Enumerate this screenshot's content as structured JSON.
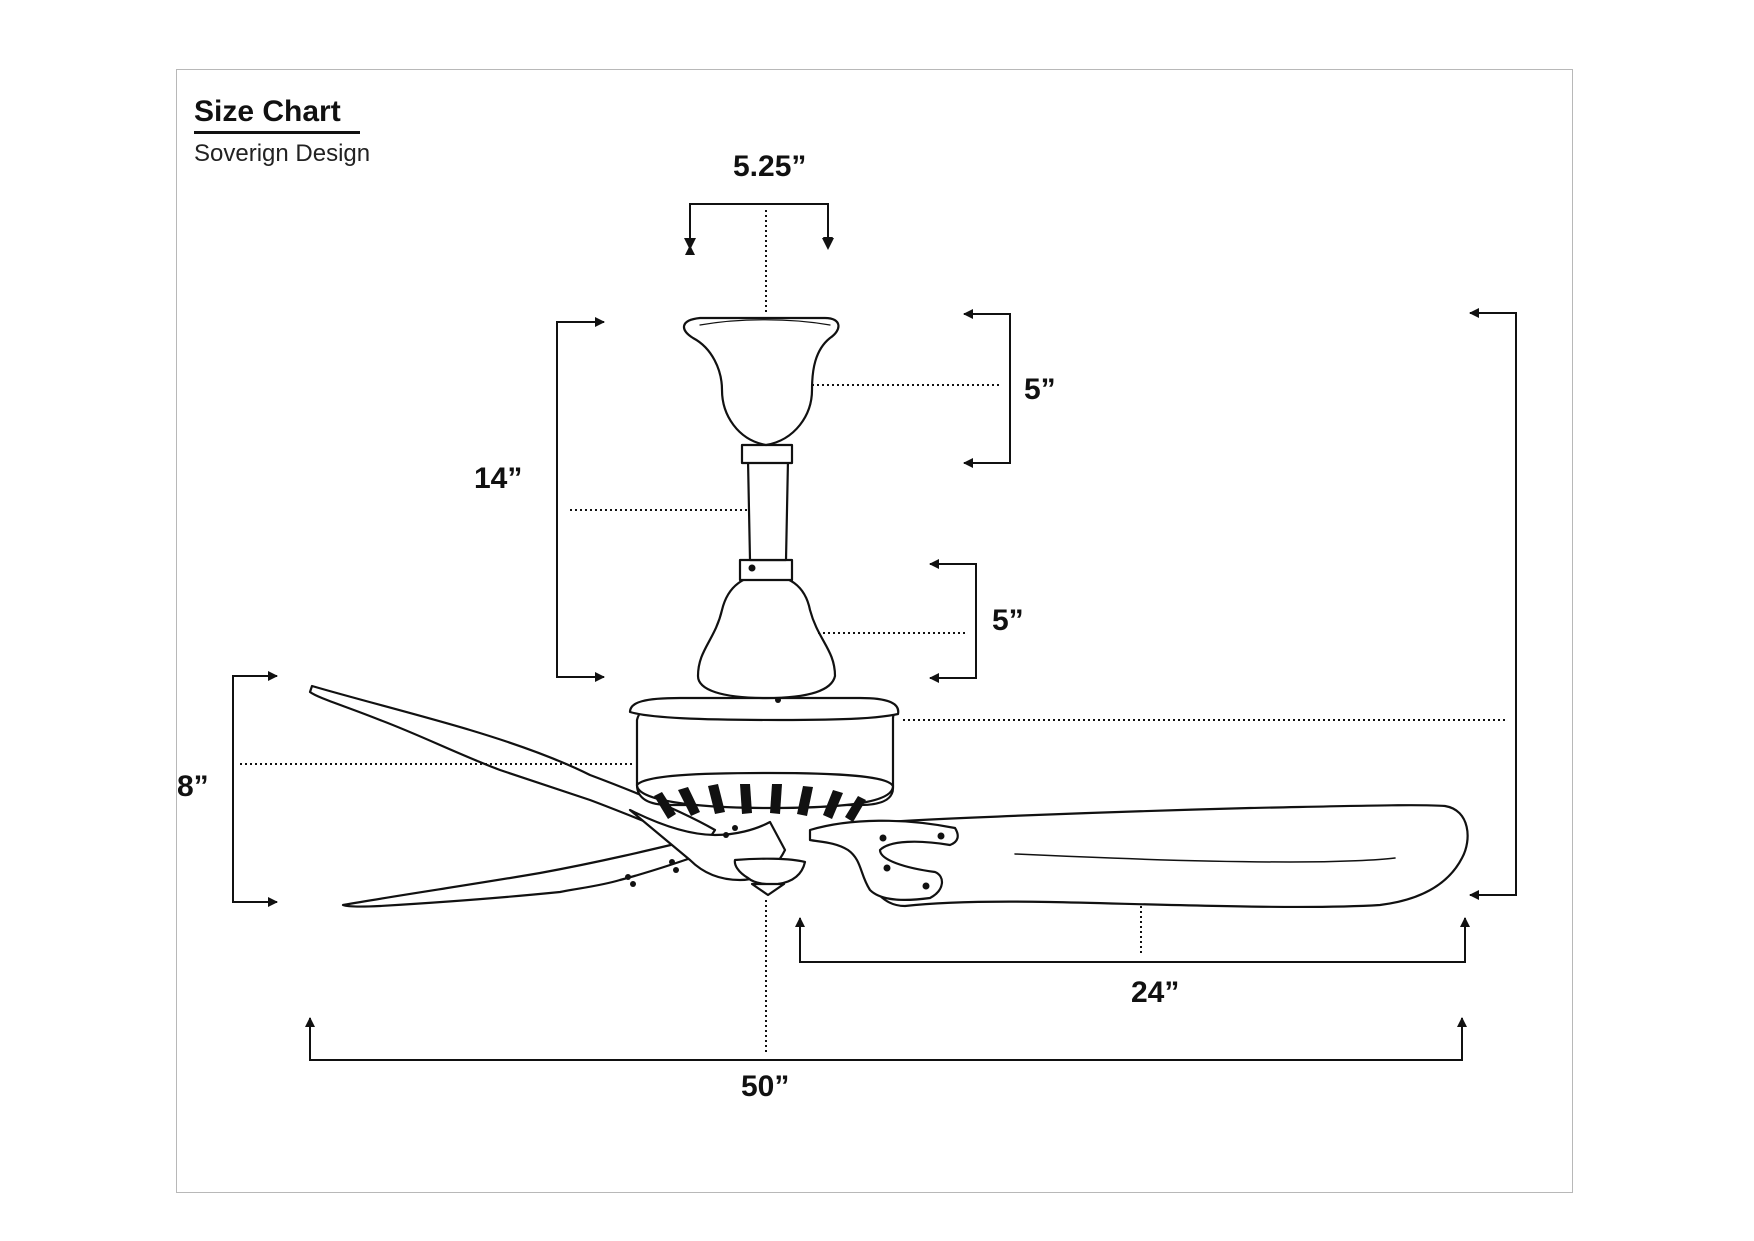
{
  "header": {
    "title": "Size Chart",
    "subtitle": "Soverign Design"
  },
  "dimensions": {
    "mount_width": "5.25”",
    "canopy_height": "5”",
    "downrod_drop": "14”",
    "motor_height": "5”",
    "blade_height": "8”",
    "blade_length": "24”",
    "fan_diameter": "50”"
  },
  "colors": {
    "line": "#111111",
    "frame": "#b8b8b8",
    "background": "#ffffff"
  },
  "icons": [
    "ceiling-fan-illustration",
    "arrow-icon"
  ]
}
